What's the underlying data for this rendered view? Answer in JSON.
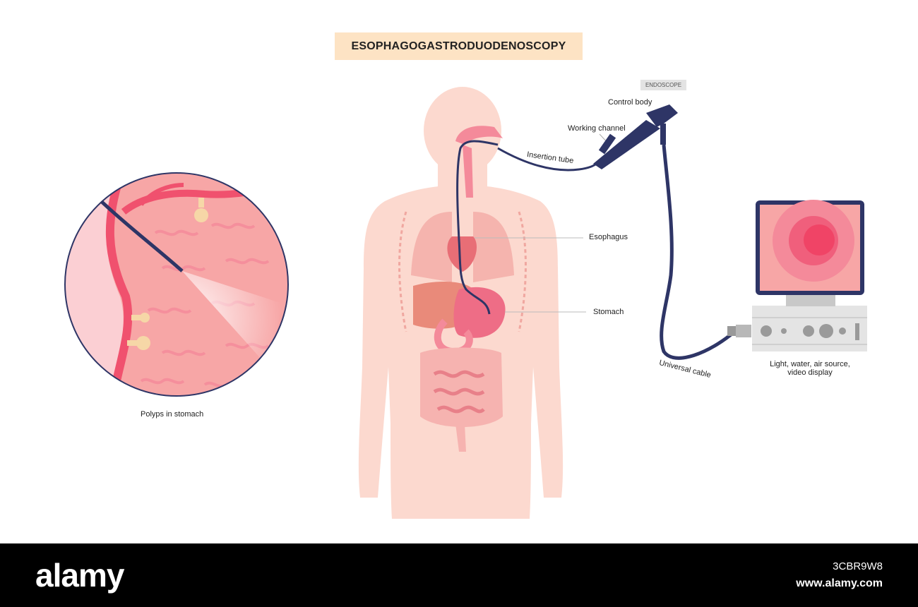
{
  "title": "ESOPHAGOGASTRODUODENOSCOPY",
  "tag": "ENDOSCOPE",
  "labels": {
    "control_body": "Control body",
    "working_channel": "Working channel",
    "insertion_tube": "Insertion tube",
    "esophagus": "Esophagus",
    "stomach": "Stomach",
    "universal_cable": "Universal cable",
    "light_source_line1": "Light, water, air source,",
    "light_source_line2": "video display",
    "polyps": "Polyps in stomach"
  },
  "footer": {
    "brand": "alamy",
    "image_id": "3CBR9W8",
    "site": "www.alamy.com"
  },
  "colors": {
    "title_bg": "#fde3c4",
    "body_skin": "#fcd9cf",
    "organ_pink": "#f28a8f",
    "stomach_mucosa": "#f7a6a6",
    "endoscope": "#2e3566",
    "monitor_frame": "#2e3566",
    "footer_bg": "#000000"
  }
}
